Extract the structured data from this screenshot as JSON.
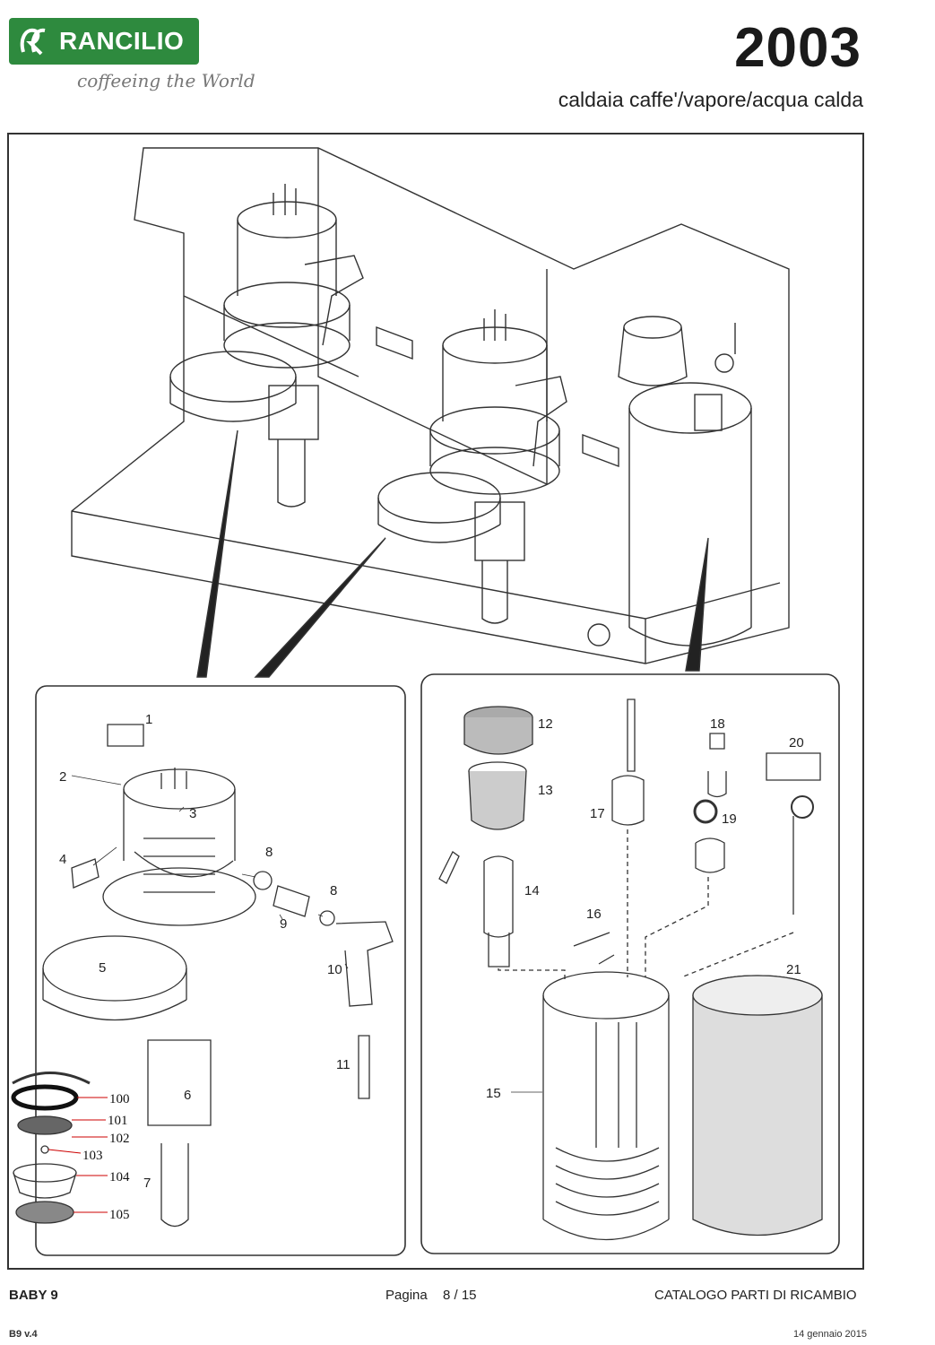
{
  "brand": {
    "name": "RANCILIO",
    "tagline": "coffeeing the World"
  },
  "header": {
    "model": "2003",
    "subtitle": "caldaia caffe'/vapore/acqua calda"
  },
  "callouts": {
    "left": [
      "1",
      "2",
      "3",
      "4",
      "5",
      "6",
      "7",
      "8",
      "8",
      "9",
      "10",
      "11"
    ],
    "right": [
      "12",
      "13",
      "14",
      "15",
      "16",
      "17",
      "18",
      "19",
      "20",
      "21"
    ],
    "extra": [
      "100",
      "101",
      "102",
      "103",
      "104",
      "105"
    ]
  },
  "footer": {
    "product": "BABY 9",
    "page_label": "Pagina",
    "page": "8 / 15",
    "catalog": "CATALOGO PARTI DI RICAMBIO",
    "version": "B9 v.4",
    "date": "14 gennaio 2015"
  }
}
